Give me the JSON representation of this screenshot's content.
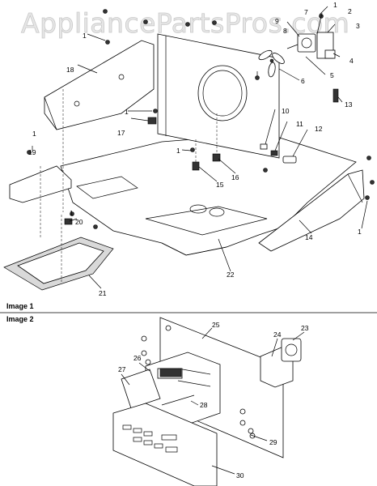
{
  "watermark": "AppliancePartsPros.com",
  "captions": {
    "image1": "Image 1",
    "image2": "Image 2"
  },
  "callouts": [
    "1",
    "2",
    "3",
    "4",
    "5",
    "6",
    "7",
    "8",
    "9",
    "10",
    "11",
    "12",
    "13",
    "14",
    "15",
    "16",
    "17",
    "18",
    "19",
    "20",
    "21",
    "22",
    "23",
    "24",
    "25",
    "26",
    "27",
    "28",
    "29",
    "30"
  ]
}
